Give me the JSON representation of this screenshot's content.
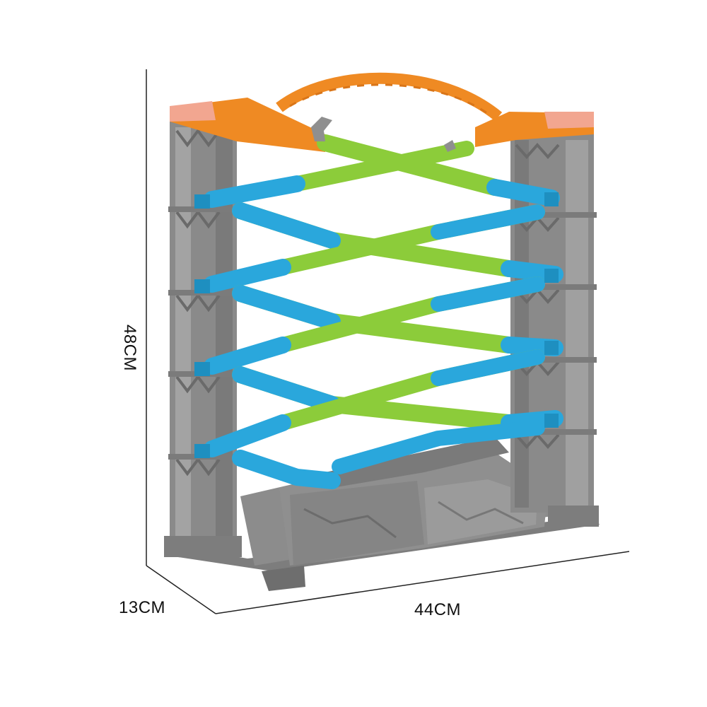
{
  "dimensions": {
    "height": "48CM",
    "depth": "13CM",
    "width": "44CM"
  },
  "colors": {
    "frame_gray": "#8a8a8a",
    "frame_gray_dark": "#6e6e6e",
    "frame_gray_light": "#a3a3a3",
    "track_blue": "#2aa7dc",
    "track_green": "#8ccc3a",
    "top_orange": "#ef8a23",
    "top_pink": "#f2a690",
    "dimension_line": "#222222"
  }
}
